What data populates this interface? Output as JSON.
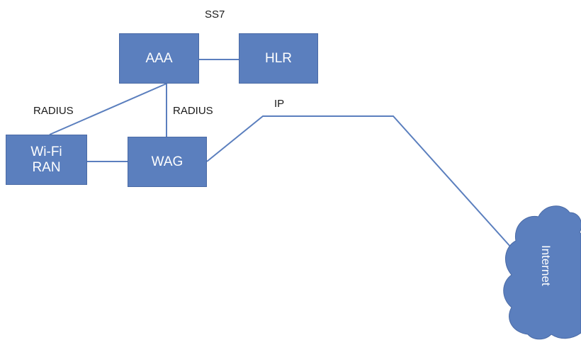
{
  "nodes": {
    "aaa": "AAA",
    "hlr": "HLR",
    "wifi_ran": "Wi-Fi\nRAN",
    "wag": "WAG",
    "internet": "Internet"
  },
  "links": {
    "ss7": "SS7",
    "radius_left": "RADIUS",
    "radius_right": "RADIUS",
    "ip": "IP"
  },
  "colors": {
    "node_fill": "#5b7fbe",
    "link_stroke": "#5b7fbe",
    "cloud_fill": "#5b7fbe"
  }
}
